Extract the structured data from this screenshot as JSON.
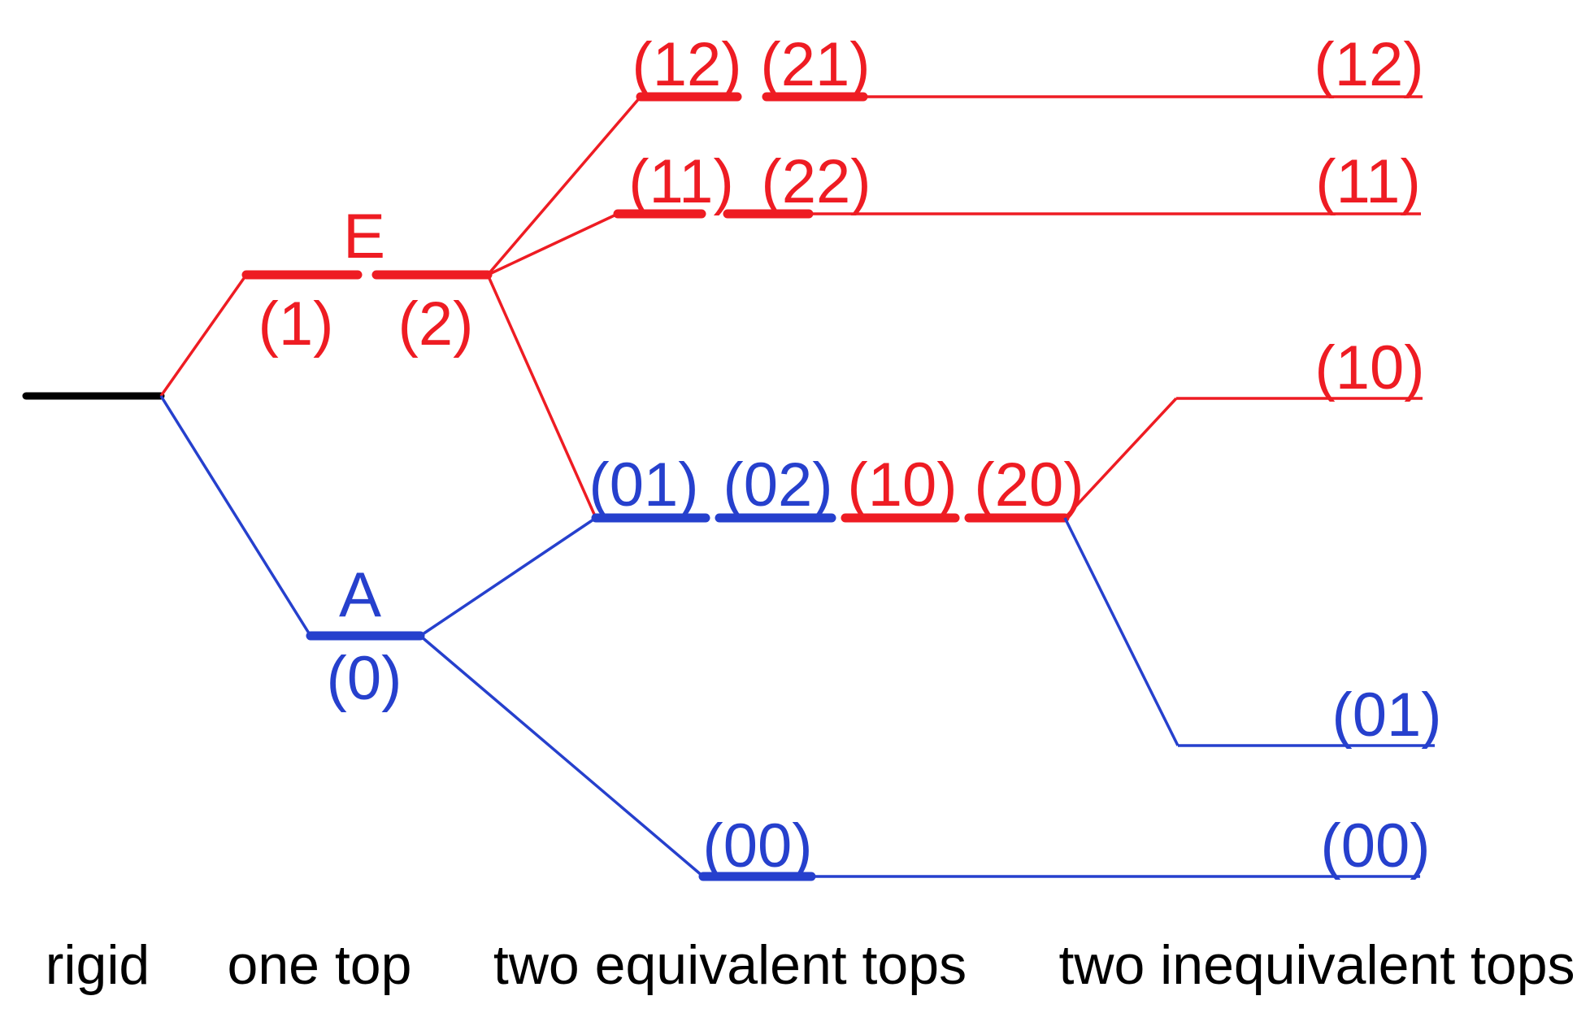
{
  "colors": {
    "red": "#ee1c23",
    "blue": "#2640cd",
    "black": "#000000",
    "background": "#ffffff"
  },
  "captions": {
    "rigid": "rigid",
    "one_top": "one top",
    "two_equivalent_tops": "two equivalent tops",
    "two_inequivalent_tops": "two inequivalent tops"
  },
  "one_top": {
    "e_symmetry": "E",
    "e_sublevel_1": "(1)",
    "e_sublevel_2": "(2)",
    "a_symmetry": "A",
    "a_sublevel": "(0)"
  },
  "two_equivalent_tops": {
    "row1_left": "(12)",
    "row1_right": "(21)",
    "row2_left": "(11)",
    "row2_right": "(22)",
    "middle_1": "(01)",
    "middle_2": "(02)",
    "middle_3": "(10)",
    "middle_4": "(20)",
    "bottom": "(00)"
  },
  "two_inequivalent_tops": {
    "level_12": "(12)",
    "level_11": "(11)",
    "level_10": "(10)",
    "level_01": "(01)",
    "level_00": "(00)"
  }
}
